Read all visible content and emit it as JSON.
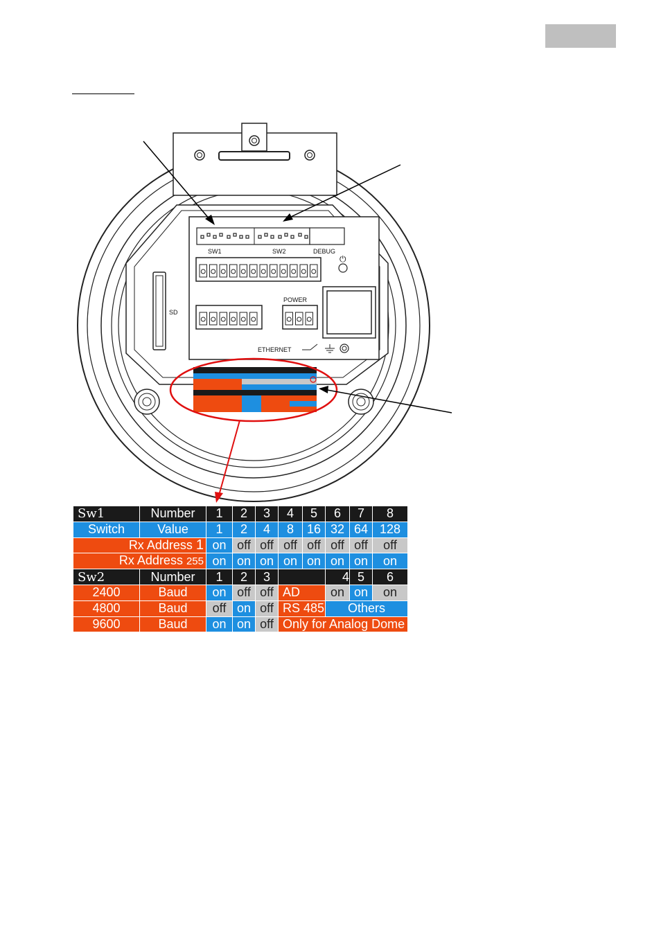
{
  "device": {
    "sw1_label": "SW1",
    "sw2_label": "SW2",
    "debug_label": "DEBUG",
    "power_label": "POWER",
    "sd_label": "SD",
    "ethernet_label": "ETHERNET",
    "power_symbol": "⏻"
  },
  "table": {
    "sw1_header": [
      "Sw1",
      "Number",
      "1",
      "2",
      "3",
      "4",
      "5",
      "6",
      "7",
      "8"
    ],
    "switch_value": [
      "Switch",
      "Value",
      "1",
      "2",
      "4",
      "8",
      "16",
      "32",
      "64",
      "128"
    ],
    "rx1": {
      "label": "Rx Address",
      "num": "1",
      "cells": [
        "on",
        "off",
        "off",
        "off",
        "off",
        "off",
        "off",
        "off"
      ]
    },
    "rx255": {
      "label": "Rx Address",
      "num": "255",
      "cells": [
        "on",
        "on",
        "on",
        "on",
        "on",
        "on",
        "on",
        "on"
      ]
    },
    "sw2_header": [
      "Sw2",
      "Number",
      "1",
      "2",
      "3",
      "",
      "4",
      "5",
      "6"
    ],
    "rows": [
      {
        "rate": "2400",
        "unit": "Baud",
        "cells": [
          "on",
          "off",
          "off"
        ],
        "mode": "AD",
        "mode_cells": [
          "on",
          "on",
          "on"
        ]
      },
      {
        "rate": "4800",
        "unit": "Baud",
        "cells": [
          "off",
          "on",
          "off"
        ],
        "mode": "RS 485",
        "others": "Others"
      },
      {
        "rate": "9600",
        "unit": "Baud",
        "cells": [
          "on",
          "on",
          "off"
        ],
        "mode": "Only for Analog Dome"
      }
    ]
  },
  "colors": {
    "blue": "#1e8fe0",
    "orange": "#ee4b10",
    "black": "#1a1a1a",
    "gray": "#c8c8c8",
    "red": "#e01010"
  }
}
